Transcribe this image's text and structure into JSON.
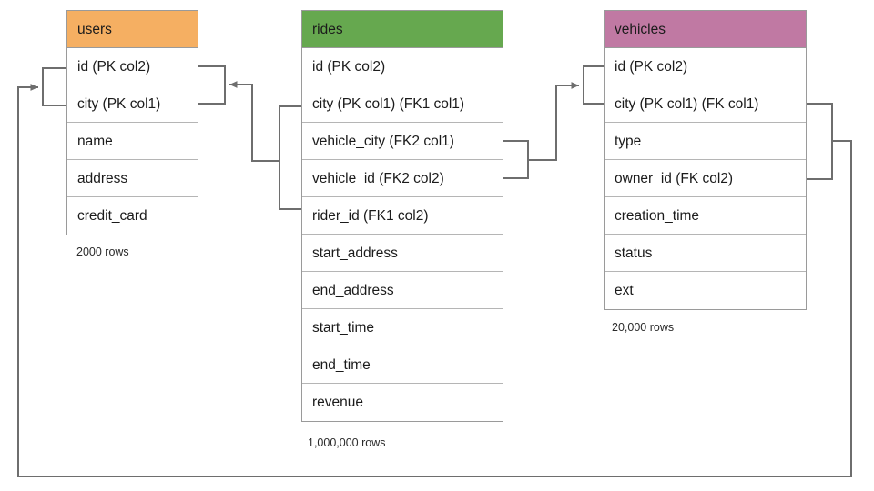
{
  "diagram": {
    "title": "database-schema-er-diagram",
    "background": "#ffffff",
    "line_color": "#6e6e6e"
  },
  "tables": [
    {
      "id": "users",
      "name": "users",
      "header_color": "#F5AF62",
      "row_count_label": "2000 rows",
      "columns": [
        {
          "label": "id (PK col2)"
        },
        {
          "label": "city (PK col1)"
        },
        {
          "label": "name"
        },
        {
          "label": "address"
        },
        {
          "label": "credit_card"
        }
      ]
    },
    {
      "id": "rides",
      "name": "rides",
      "header_color": "#66A84F",
      "row_count_label": "1,000,000 rows",
      "columns": [
        {
          "label": "id (PK col2)"
        },
        {
          "label": "city (PK col1) (FK1 col1)"
        },
        {
          "label": "vehicle_city (FK2 col1)"
        },
        {
          "label": "vehicle_id (FK2 col2)"
        },
        {
          "label": "rider_id (FK1 col2)"
        },
        {
          "label": "start_address"
        },
        {
          "label": "end_address"
        },
        {
          "label": "start_time"
        },
        {
          "label": "end_time"
        },
        {
          "label": "revenue"
        }
      ]
    },
    {
      "id": "vehicles",
      "name": "vehicles",
      "header_color": "#C079A3",
      "row_count_label": "20,000 rows",
      "columns": [
        {
          "label": "id (PK col2)"
        },
        {
          "label": "city (PK col1) (FK col1)"
        },
        {
          "label": "type"
        },
        {
          "label": "owner_id (FK col2)"
        },
        {
          "label": "creation_time"
        },
        {
          "label": "status"
        },
        {
          "label": "ext"
        }
      ]
    }
  ],
  "relationships": [
    {
      "id": "rides-to-users",
      "from": "rides.city + rides.rider_id",
      "to": "users.id + users.city",
      "arrow_direction": "left"
    },
    {
      "id": "rides-to-vehicles",
      "from": "rides.vehicle_city + rides.vehicle_id",
      "to": "vehicles.id + vehicles.city",
      "arrow_direction": "right"
    },
    {
      "id": "vehicles-to-users",
      "from": "vehicles.city + vehicles.owner_id",
      "to": "users.id + users.city",
      "arrow_direction": "right"
    }
  ]
}
